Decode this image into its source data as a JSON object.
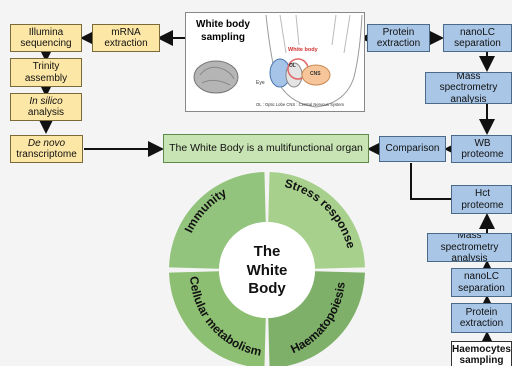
{
  "left_column": {
    "illumina": "Illumina\nsequencing",
    "mrna": "mRNA\nextraction",
    "trinity": "Trinity\nassembly",
    "insilico_italic": "In silico",
    "insilico_rest": "analysis",
    "denovo_italic": "De novo",
    "denovo_rest": "transcriptome"
  },
  "panel": {
    "title": "White body\nsampling",
    "label_white_body": "White body",
    "label_ol": "OL",
    "label_cns": "CNS",
    "label_eye": "Eye",
    "legend": "OL : Optic Lobe     CNS : Central Nervous System"
  },
  "right_column": {
    "protein_top": "Protein\nextraction",
    "nanolc_top": "nanoLC\nseparation",
    "ms_top": "Mass spectrometry\nanalysis",
    "wb_proteome": "WB proteome",
    "comparison": "Comparison",
    "hct_proteome": "Hct proteome",
    "ms_bottom": "Mass spectrometry\nanalysis",
    "nanolc_bottom": "nanoLC\nseparation",
    "protein_bottom": "Protein\nextraction",
    "haemocytes": "Haemocytes\nsampling"
  },
  "conclusion": "The White Body is a multifunctional organ",
  "wheel": {
    "center": "The\nWhite\nBody",
    "segments": [
      "Immunity",
      "Stress response",
      "Haematopoiesis",
      "Cellular metabolism"
    ],
    "colors": [
      "#93c47d",
      "#a8d08d",
      "#7fb069",
      "#8dbf72"
    ]
  }
}
